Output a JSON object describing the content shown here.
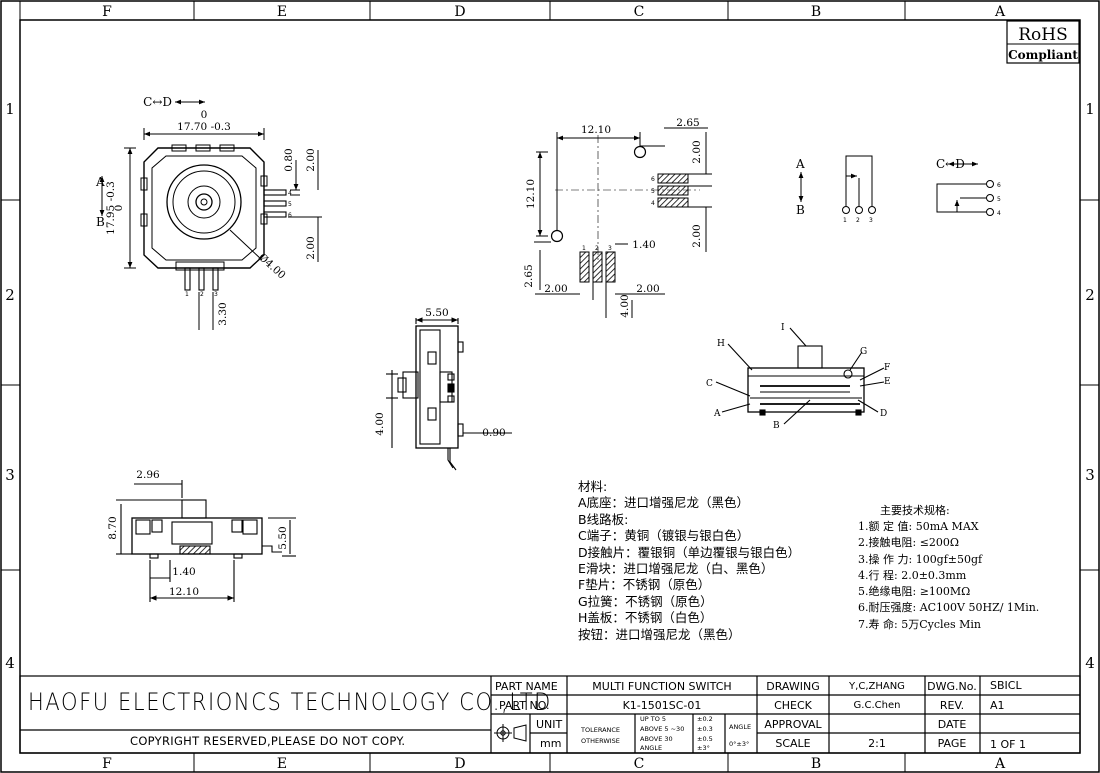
{
  "border": {
    "columns": [
      "F",
      "E",
      "D",
      "C",
      "B",
      "A"
    ],
    "rows": [
      "1",
      "2",
      "3",
      "4"
    ]
  },
  "rohs": {
    "line1": "RoHS",
    "line2": "Compliant"
  },
  "top_view": {
    "direction_cd": "C↔D",
    "direction_ab_a": "A",
    "direction_ab_b": "B",
    "zero_top": "0",
    "zero_side": "0",
    "dim_width": "17.70 -0.3",
    "dim_height": "17.95 -0.3",
    "dim_080": "0.80",
    "dim_200a": "2.00",
    "dim_200b": "2.00",
    "dim_dia": "Ø4.00",
    "dim_330": "3.30",
    "pins_bottom": [
      "1",
      "2",
      "3"
    ],
    "pins_right": [
      "4",
      "5",
      "6"
    ]
  },
  "pcb_layout": {
    "dim_1210_h": "12.10",
    "dim_265_top": "2.65",
    "dim_200_r1": "2.00",
    "dim_1210_v": "12.10",
    "dim_140": "1.40",
    "dim_200_r2": "2.00",
    "dim_265_left": "2.65",
    "dim_200_b1": "2.00",
    "dim_400": "4.00",
    "dim_200_b2": "2.00",
    "pads_top": [
      "1",
      "2",
      "3"
    ],
    "pads_right": [
      "6",
      "5",
      "4"
    ]
  },
  "circuit_ab": {
    "a": "A",
    "b": "B",
    "pins": [
      "1",
      "2",
      "3"
    ]
  },
  "circuit_cd": {
    "label": "C↔D",
    "pins": [
      "6",
      "5",
      "4"
    ]
  },
  "side_view": {
    "dim_550": "5.50",
    "dim_400": "4.00",
    "dim_090": "0.90"
  },
  "front_view": {
    "dim_296": "2.96",
    "dim_870": "8.70",
    "dim_550": "5.50",
    "dim_140": "1.40",
    "dim_1210": "12.10"
  },
  "exploded": {
    "labels": [
      "I",
      "H",
      "G",
      "F",
      "E",
      "C",
      "A",
      "B",
      "D"
    ]
  },
  "materials": {
    "title": "材料:",
    "lines": [
      "A底座：进口增强尼龙（黑色）",
      "B线路板:",
      "C端子：黄铜（镀银与银白色）",
      "D接触片：覆银铜（单边覆银与银白色）",
      "E滑块：进口增强尼龙（白、黑色）",
      "F垫片：不锈钢（原色）",
      "G拉簧：不锈钢（原色）",
      "H盖板：不锈钢（白色）",
      "按钮：进口增强尼龙（黑色）"
    ]
  },
  "specs": {
    "title": "主要技术规格:",
    "lines": [
      "1.额 定 值: 50mA MAX",
      "2.接触电阻: ≤200Ω",
      "3.操 作 力: 100gf±50gf",
      "4.行     程: 2.0±0.3mm",
      "5.绝缘电阻: ≥100MΩ",
      "6.耐压强度: AC100V 50HZ/ 1Min.",
      "7.寿     命: 5万Cycles Min"
    ]
  },
  "title_block": {
    "company": "HAOFU ELECTRIONCS TECHNOLOGY CO.,LTD",
    "copyright": "COPYRIGHT RESERVED,PLEASE DO NOT COPY.",
    "part_name_label": "PART NAME",
    "part_name": "MULTI FUNCTION SWITCH",
    "part_no_label": "PART NO.",
    "part_no": "K1-1501SC-01",
    "unit_label": "UNIT",
    "unit": "mm",
    "tolerance_label": "TOLERANCE",
    "otherwise_label": "OTHERWISE",
    "tol_rows": [
      {
        "range": "UP TO 5",
        "value": "±0.2"
      },
      {
        "range": "ABOVE 5 ~30",
        "value": "±0.3"
      },
      {
        "range": "ABOVE 30",
        "value": "±0.5"
      },
      {
        "range": "ANGLE",
        "value": "±3°"
      }
    ],
    "angle_label": "ANGLE",
    "angle_value": "0°±3°",
    "drawing_label": "DRAWING",
    "drawing": "Y,C,ZHANG",
    "check_label": "CHECK",
    "check": "G.C.Chen",
    "approval_label": "APPROVAL",
    "scale_label": "SCALE",
    "scale": "2:1",
    "dwg_label": "DWG.No.",
    "dwg": "SBICL",
    "rev_label": "REV.",
    "rev": "A1",
    "date_label": "DATE",
    "page_label": "PAGE",
    "page": "1 OF 1"
  }
}
